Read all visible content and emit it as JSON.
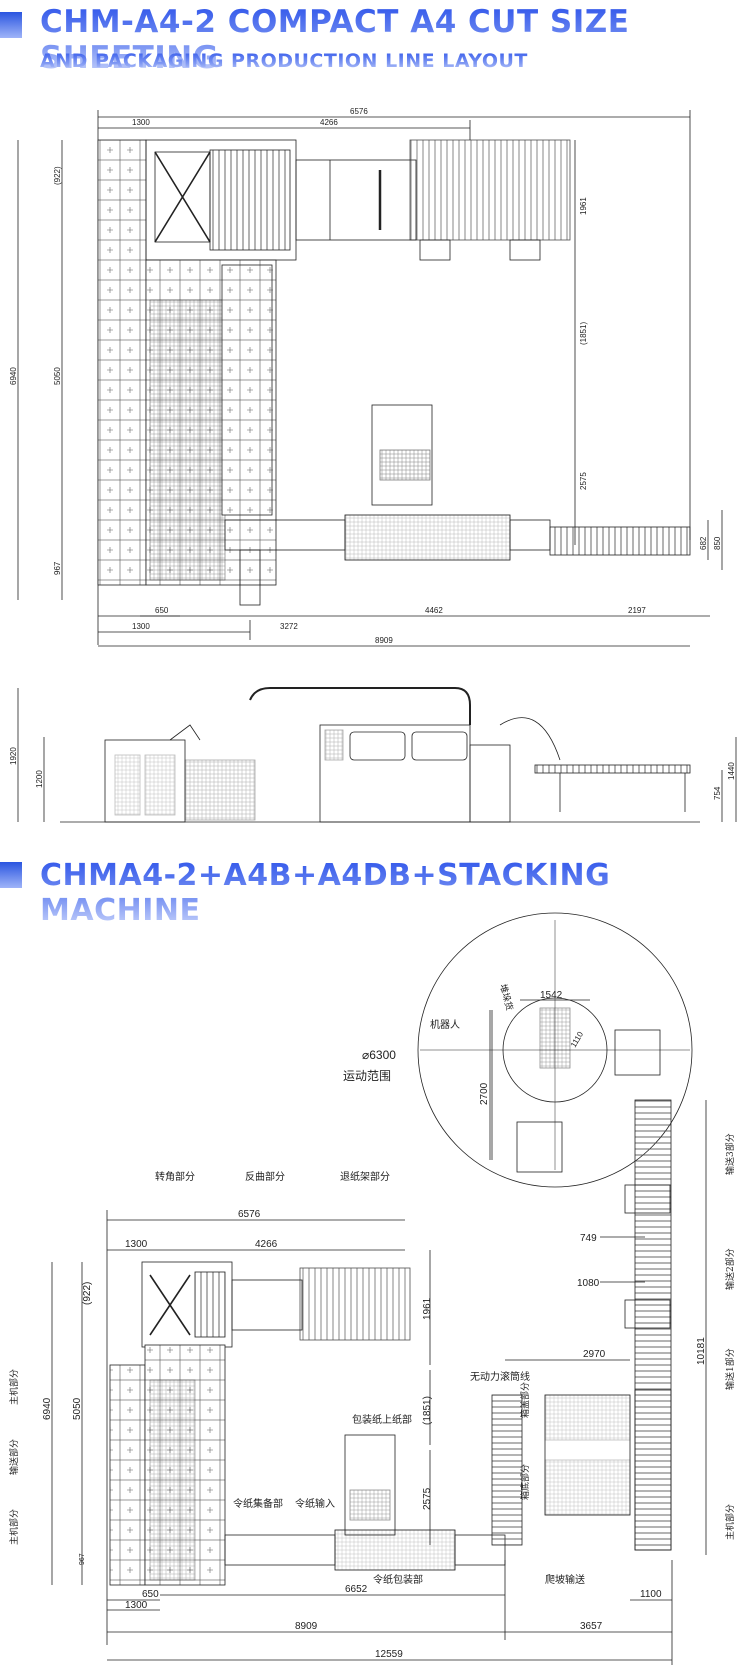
{
  "titles": {
    "line1": "CHM-A4-2 COMPACT A4 CUT SIZE SHEETING",
    "line2": "AND PACKAGING PRODUCTION LINE  LAYOUT",
    "line3": "CHMA4-2+A4B+A4DB+STACKING MACHINE"
  },
  "top_dims": {
    "d6576": "6576",
    "d1300": "1300",
    "d4266": "4266",
    "d922": "(922)",
    "d1961": "1961",
    "d1851": "(1851)",
    "d6940": "6940",
    "d5050": "5050",
    "d2575": "2575",
    "d967": "967",
    "d682": "682",
    "d850": "850",
    "d650": "650",
    "d1300b": "1300",
    "d3272": "3272",
    "d4462": "4462",
    "d2197": "2197",
    "d8909": "8909"
  },
  "side_dims": {
    "d1920": "1920",
    "d1200": "1200",
    "d1440": "1440",
    "d754": "754"
  },
  "bottom_dims": {
    "d1542": "1542",
    "d1110": "1110",
    "d2700": "2700",
    "d6300": "⌀6300",
    "d6576": "6576",
    "d1300": "1300",
    "d4266": "4266",
    "d922": "(922)",
    "d1961": "1961",
    "d6940": "6940",
    "d5050": "5050",
    "d1851": "(1851)",
    "d2575": "2575",
    "d967": "967",
    "d749": "749",
    "d1080": "1080",
    "d10181": "10181",
    "d2970": "2970",
    "d650": "650",
    "d1300b": "1300",
    "d6652": "6652",
    "d8909": "8909",
    "d3657": "3657",
    "d1100": "1100",
    "d12559": "12559"
  },
  "labels": {
    "robot": "机器人",
    "motion_range": "运动范围",
    "pallet": "堆垛货",
    "corner": "转角部分",
    "reverse_curve": "反曲部分",
    "retreat_rack": "退纸架部分",
    "wrap_paper_feed": "包装纸上纸部",
    "unpowered_roller": "无动力滚筒线",
    "ream_collect": "令纸集备部",
    "ream_input": "令纸输入",
    "ream_pack": "令纸包装部",
    "ramp_conveyor": "爬坡输送",
    "main_unit": "主机部分",
    "conveyor": "输送部分",
    "main_unit2": "主机部分",
    "box_cover": "箱盖部分",
    "box_bottom": "箱底部分",
    "conv3": "输送3部分",
    "conv2": "输送2部分",
    "conv1": "输送1部分",
    "main_unit_r": "主机部分"
  }
}
